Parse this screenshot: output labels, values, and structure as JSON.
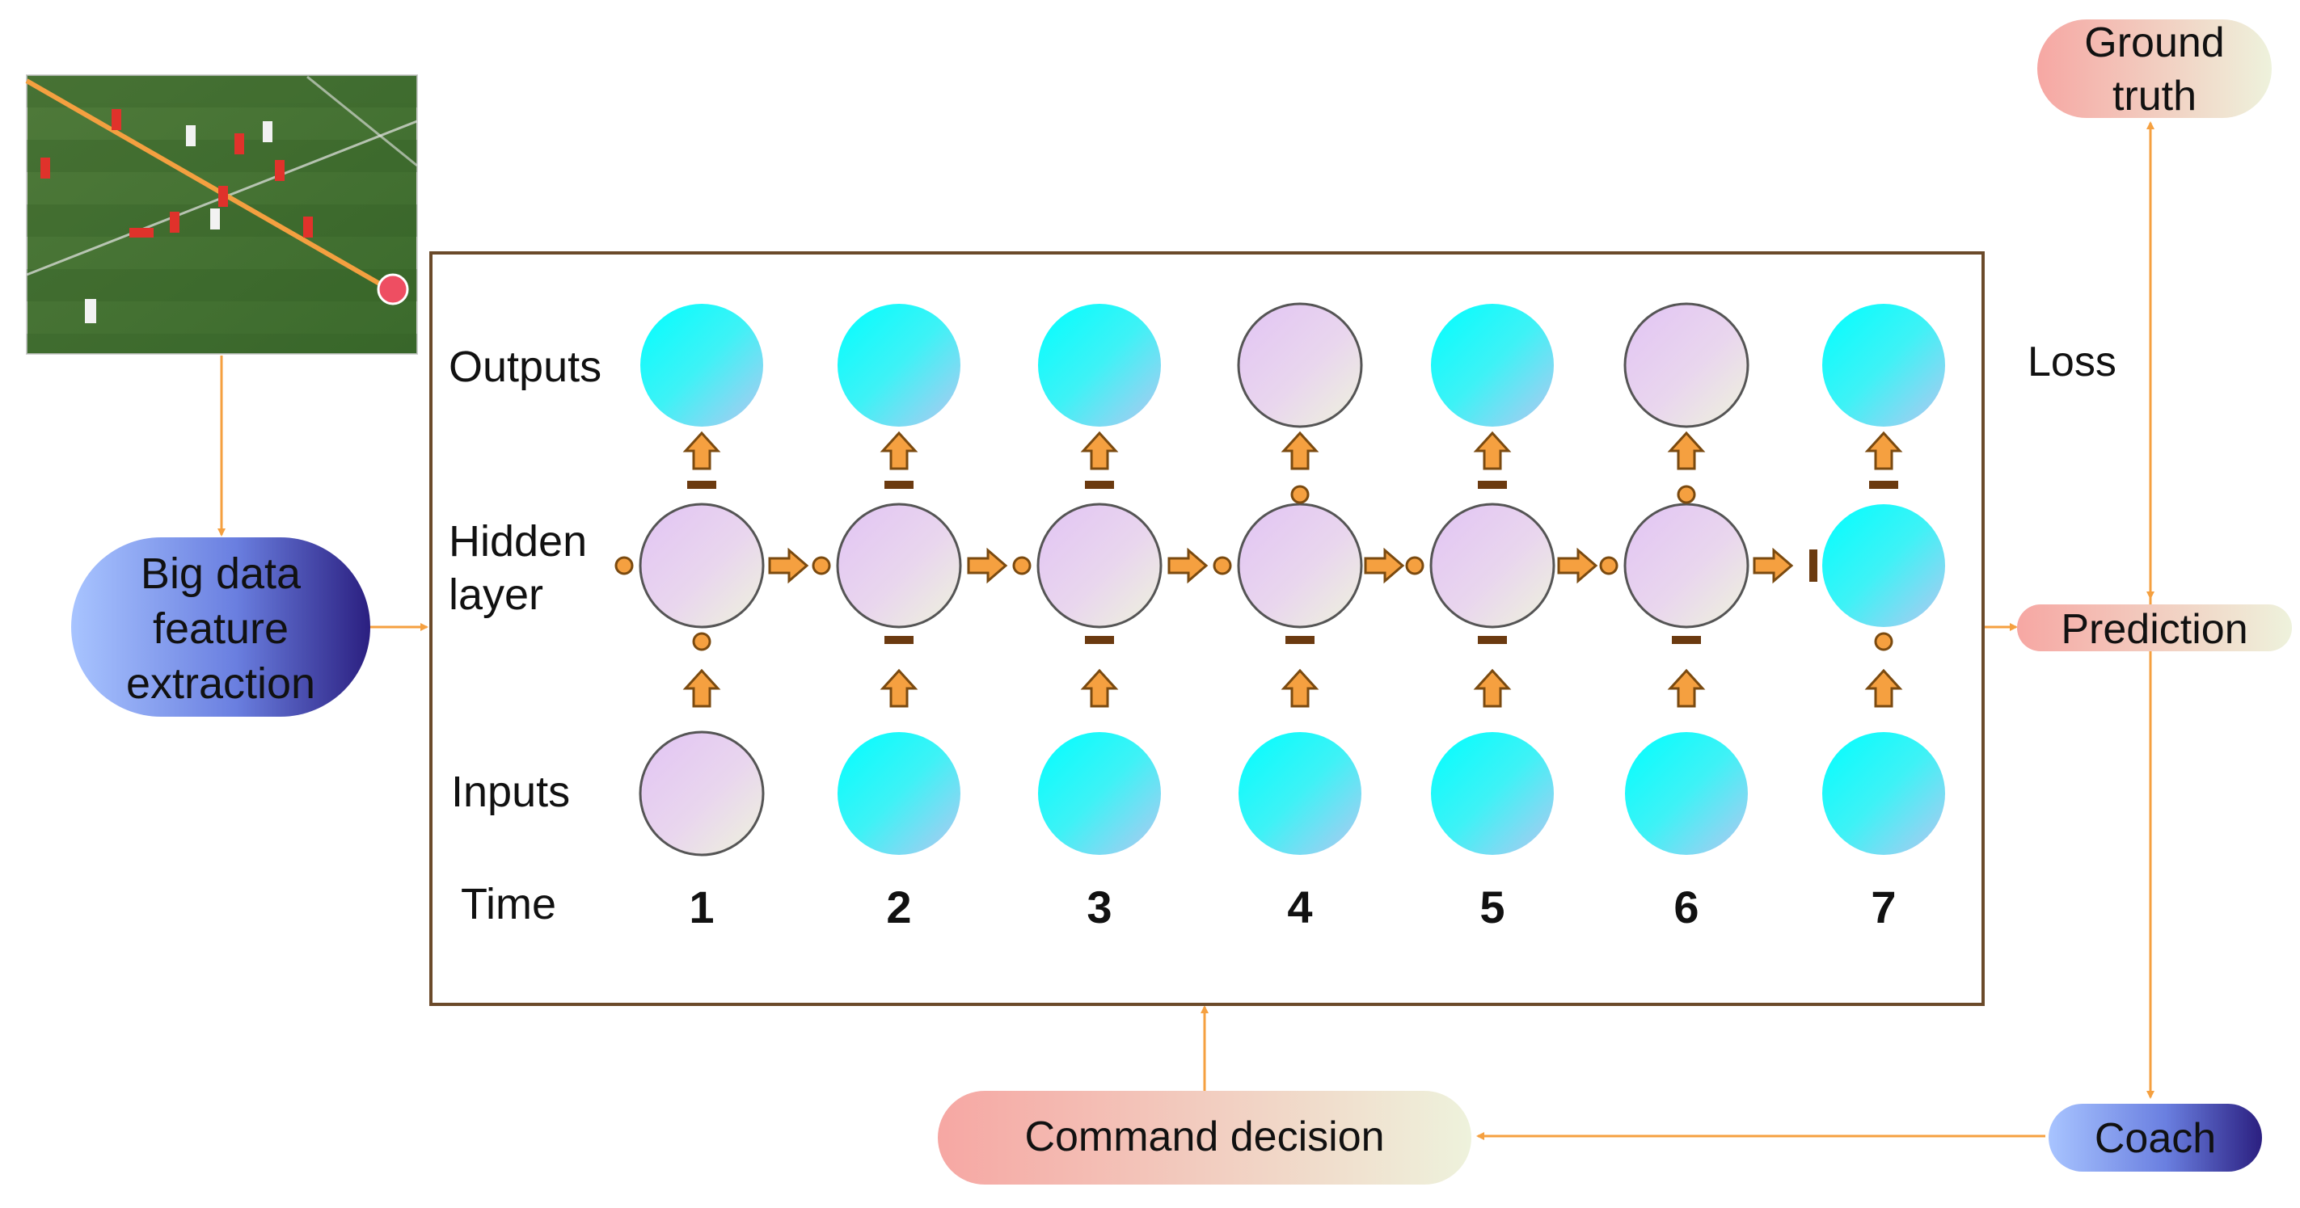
{
  "diagram": {
    "row_labels": {
      "outputs": "Outputs",
      "hidden": "Hidden\nlayer",
      "inputs": "Inputs",
      "time": "Time"
    },
    "time_steps": [
      "1",
      "2",
      "3",
      "4",
      "5",
      "6",
      "7"
    ],
    "output_nodes": [
      "cyan",
      "cyan",
      "cyan",
      "lavender",
      "cyan",
      "lavender",
      "cyan"
    ],
    "hidden_nodes": [
      "lavender",
      "lavender",
      "lavender",
      "lavender",
      "lavender",
      "lavender",
      "cyan"
    ],
    "input_nodes": [
      "lavender",
      "cyan",
      "cyan",
      "cyan",
      "cyan",
      "cyan",
      "cyan"
    ],
    "side_boxes": {
      "big_data": "Big data\nfeature\nextraction",
      "ground_truth": "Ground\ntruth",
      "loss": "Loss",
      "prediction": "Prediction",
      "coach": "Coach",
      "command": "Command decision"
    },
    "colors": {
      "frame": "#6b4a2a",
      "arrow": "#f5a040",
      "arrow_stroke": "#7a4a10",
      "node_cyan_from": "#00ffff",
      "node_cyan_to": "#b4c6f0",
      "node_lavender_from": "#e6c8f5",
      "node_lavender_to": "#eef3dc",
      "connector": "#f0a040",
      "blue_pill_from": "#a8c4ff",
      "blue_pill_to": "#2b1f80",
      "peach_pill_from": "#f6a7a3",
      "peach_pill_to": "#eef2dc"
    }
  }
}
